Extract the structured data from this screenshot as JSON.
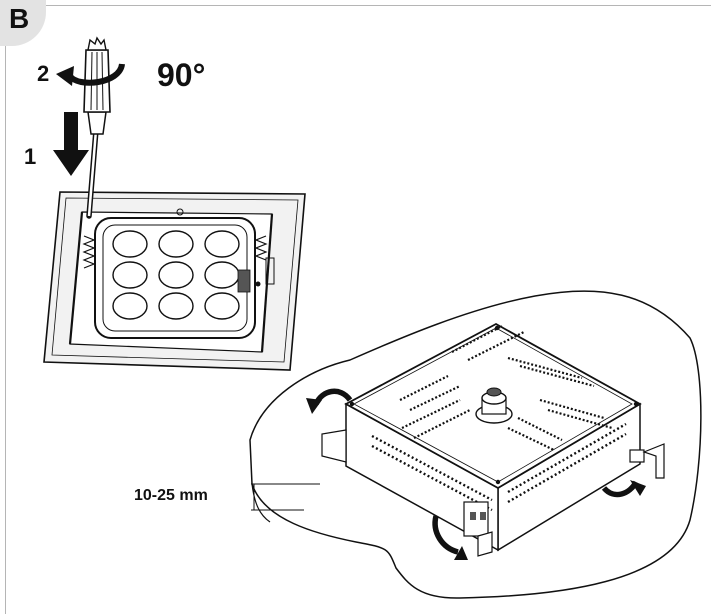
{
  "panel": {
    "letter": "B"
  },
  "steps": {
    "first": "1",
    "second": "2"
  },
  "rotation": "90°",
  "depth_range": "10-25 mm",
  "colors": {
    "ink": "#111111",
    "frame": "#b5b5b5",
    "badge": "#e3e3e3",
    "surface": "#f2f2f2",
    "dark_panel": "#555555"
  },
  "icons": [
    "down-arrow-icon",
    "rotate-arrow-icon",
    "curved-arrow-icon",
    "screwdriver-icon"
  ]
}
